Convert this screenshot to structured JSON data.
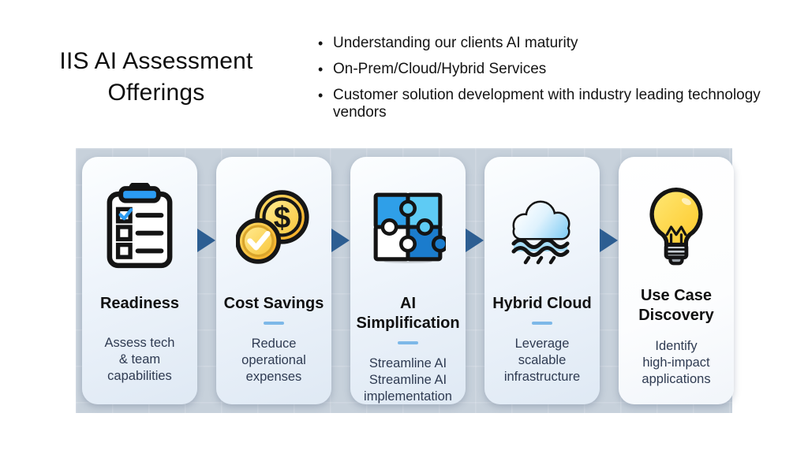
{
  "slide": {
    "title": "IIS AI Assessment Offerings",
    "bullets": [
      "Understanding our clients AI maturity",
      "On-Prem/Cloud/Hybrid Services",
      "Customer solution development with industry leading technology vendors"
    ]
  },
  "process": {
    "cards": [
      {
        "title": "Readiness",
        "description": "Assess tech\n& team\ncapabilities",
        "icon": "clipboard-checklist-icon"
      },
      {
        "title": "Cost Savings",
        "description": "Reduce\noperational\nexpenses",
        "icon": "dollar-coins-icon"
      },
      {
        "title": "AI Simplification",
        "description": "Streamline AI\nStreamline AI\nimplementation",
        "icon": "puzzle-pieces-icon"
      },
      {
        "title": "Hybrid Cloud",
        "description": "Leverage\nscalable\ninfrastructure",
        "icon": "rain-cloud-icon"
      },
      {
        "title": "Use Case\nDiscovery",
        "description": "Identify\nhigh-impact\napplications",
        "icon": "lightbulb-icon"
      }
    ],
    "colors": {
      "arrow": "#2d5e92",
      "underline": "#7db8e8",
      "diagram_background": "#c7d1db",
      "body_text": "#2f3b52"
    }
  }
}
